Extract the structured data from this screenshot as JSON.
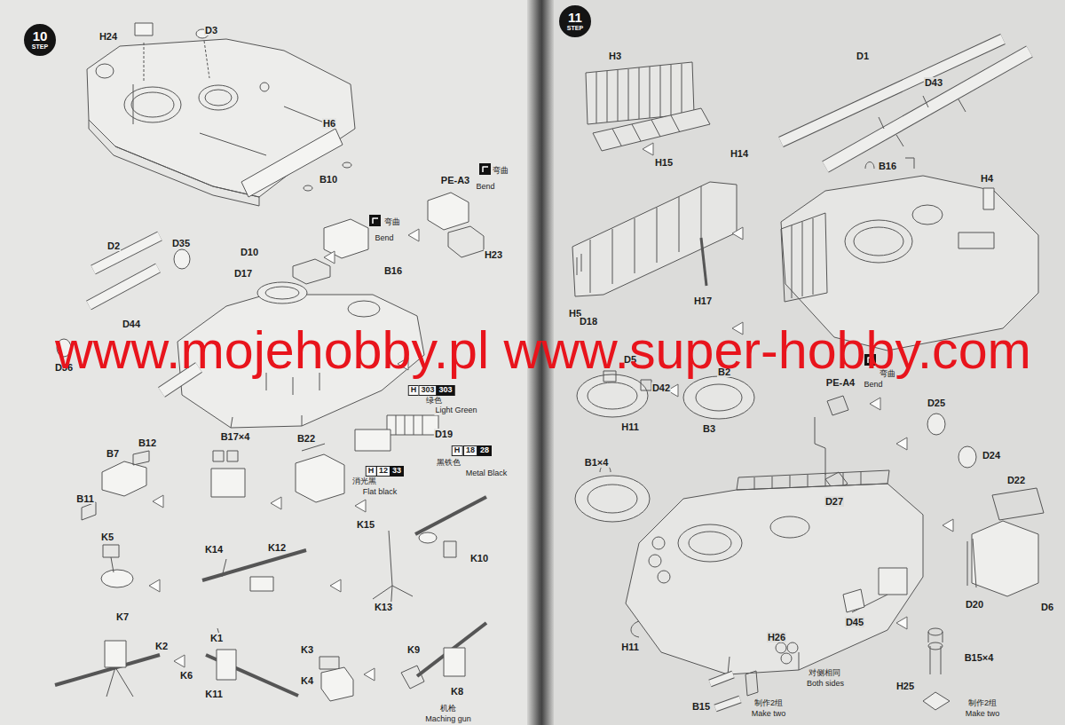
{
  "diagram": {
    "nodes": [
      {
        "text": [
          "10",
          "STEP"
        ]
      },
      {
        "text": [
          "11",
          "STEP"
        ]
      }
    ],
    "labels": [
      "H24",
      "D3",
      "H6",
      "B10",
      "PE-A3",
      "弯曲",
      "Bend",
      "H23",
      "弯曲",
      "Bend",
      "D2",
      "D35",
      "D10",
      "D17",
      "B16",
      "D44",
      "D36",
      "H",
      "303",
      "303",
      "绿色",
      "Light Green",
      "D19",
      "B12",
      "B7",
      "B11",
      "B17×4",
      "B22",
      "H",
      "12",
      "33",
      "消光黑",
      "Flat black",
      "H",
      "18",
      "28",
      "黑铁色",
      "Metal Black",
      "K15",
      "K10",
      "K13",
      "K5",
      "K7",
      "K14",
      "K12",
      "K1",
      "K2",
      "K6",
      "K11",
      "K3",
      "K4",
      "K9",
      "K8",
      "机枪",
      "Maching gun",
      "H3",
      "H15",
      "D1",
      "D43",
      "H14",
      "B16",
      "H4",
      "H5",
      "H17",
      "D18",
      "D5",
      "D42",
      "B2",
      "H11",
      "B3",
      "B1×4",
      "PE-A4",
      "弯曲",
      "Bend",
      "D25",
      "D24",
      "D27",
      "D22",
      "D20",
      "D6",
      "D45",
      "对侧相同",
      "Both sides",
      "H11",
      "H26",
      "B15",
      "制作2组",
      "Make two",
      "B15×4",
      "H25",
      "制作2组",
      "Make two",
      "www.mojehobby.pl www.super-hobby.com"
    ]
  }
}
